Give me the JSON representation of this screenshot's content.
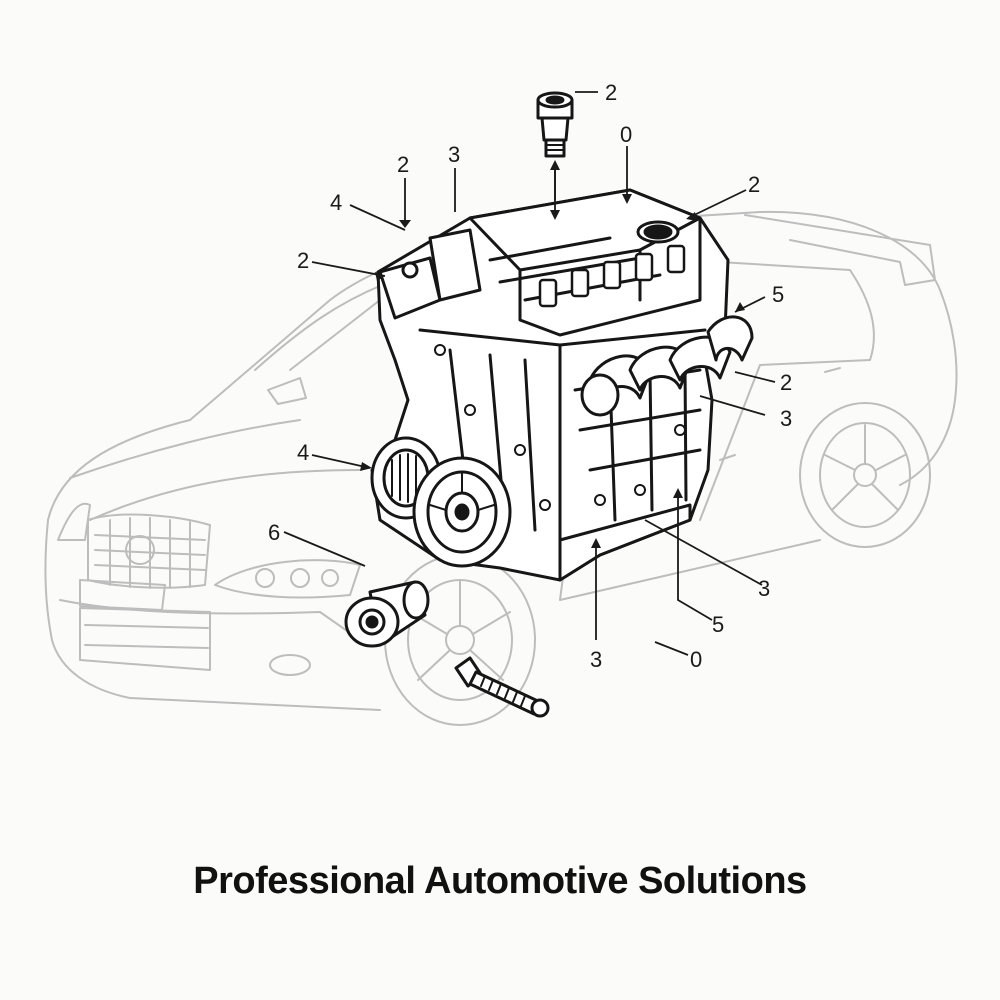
{
  "caption": "Professional Automotive Solutions",
  "callouts": [
    {
      "id": "top-right-a",
      "text": "2"
    },
    {
      "id": "top-center",
      "text": "0"
    },
    {
      "id": "top-left-3",
      "text": "3"
    },
    {
      "id": "top-left-2",
      "text": "2"
    },
    {
      "id": "top-left-4",
      "text": "4"
    },
    {
      "id": "left-2",
      "text": "2"
    },
    {
      "id": "right-2-top",
      "text": "2"
    },
    {
      "id": "right-5",
      "text": "5"
    },
    {
      "id": "right-2-mid",
      "text": "2"
    },
    {
      "id": "right-3-mid",
      "text": "3"
    },
    {
      "id": "left-4",
      "text": "4"
    },
    {
      "id": "left-6",
      "text": "6"
    },
    {
      "id": "bottom-3-right",
      "text": "3"
    },
    {
      "id": "bottom-5",
      "text": "5"
    },
    {
      "id": "bottom-3",
      "text": "3"
    },
    {
      "id": "bottom-0",
      "text": "0"
    }
  ],
  "colors": {
    "ink": "#1a1a1a",
    "car": "#b9b9b9",
    "engine_fill": "#ffffff",
    "background": "#fbfbfa"
  }
}
